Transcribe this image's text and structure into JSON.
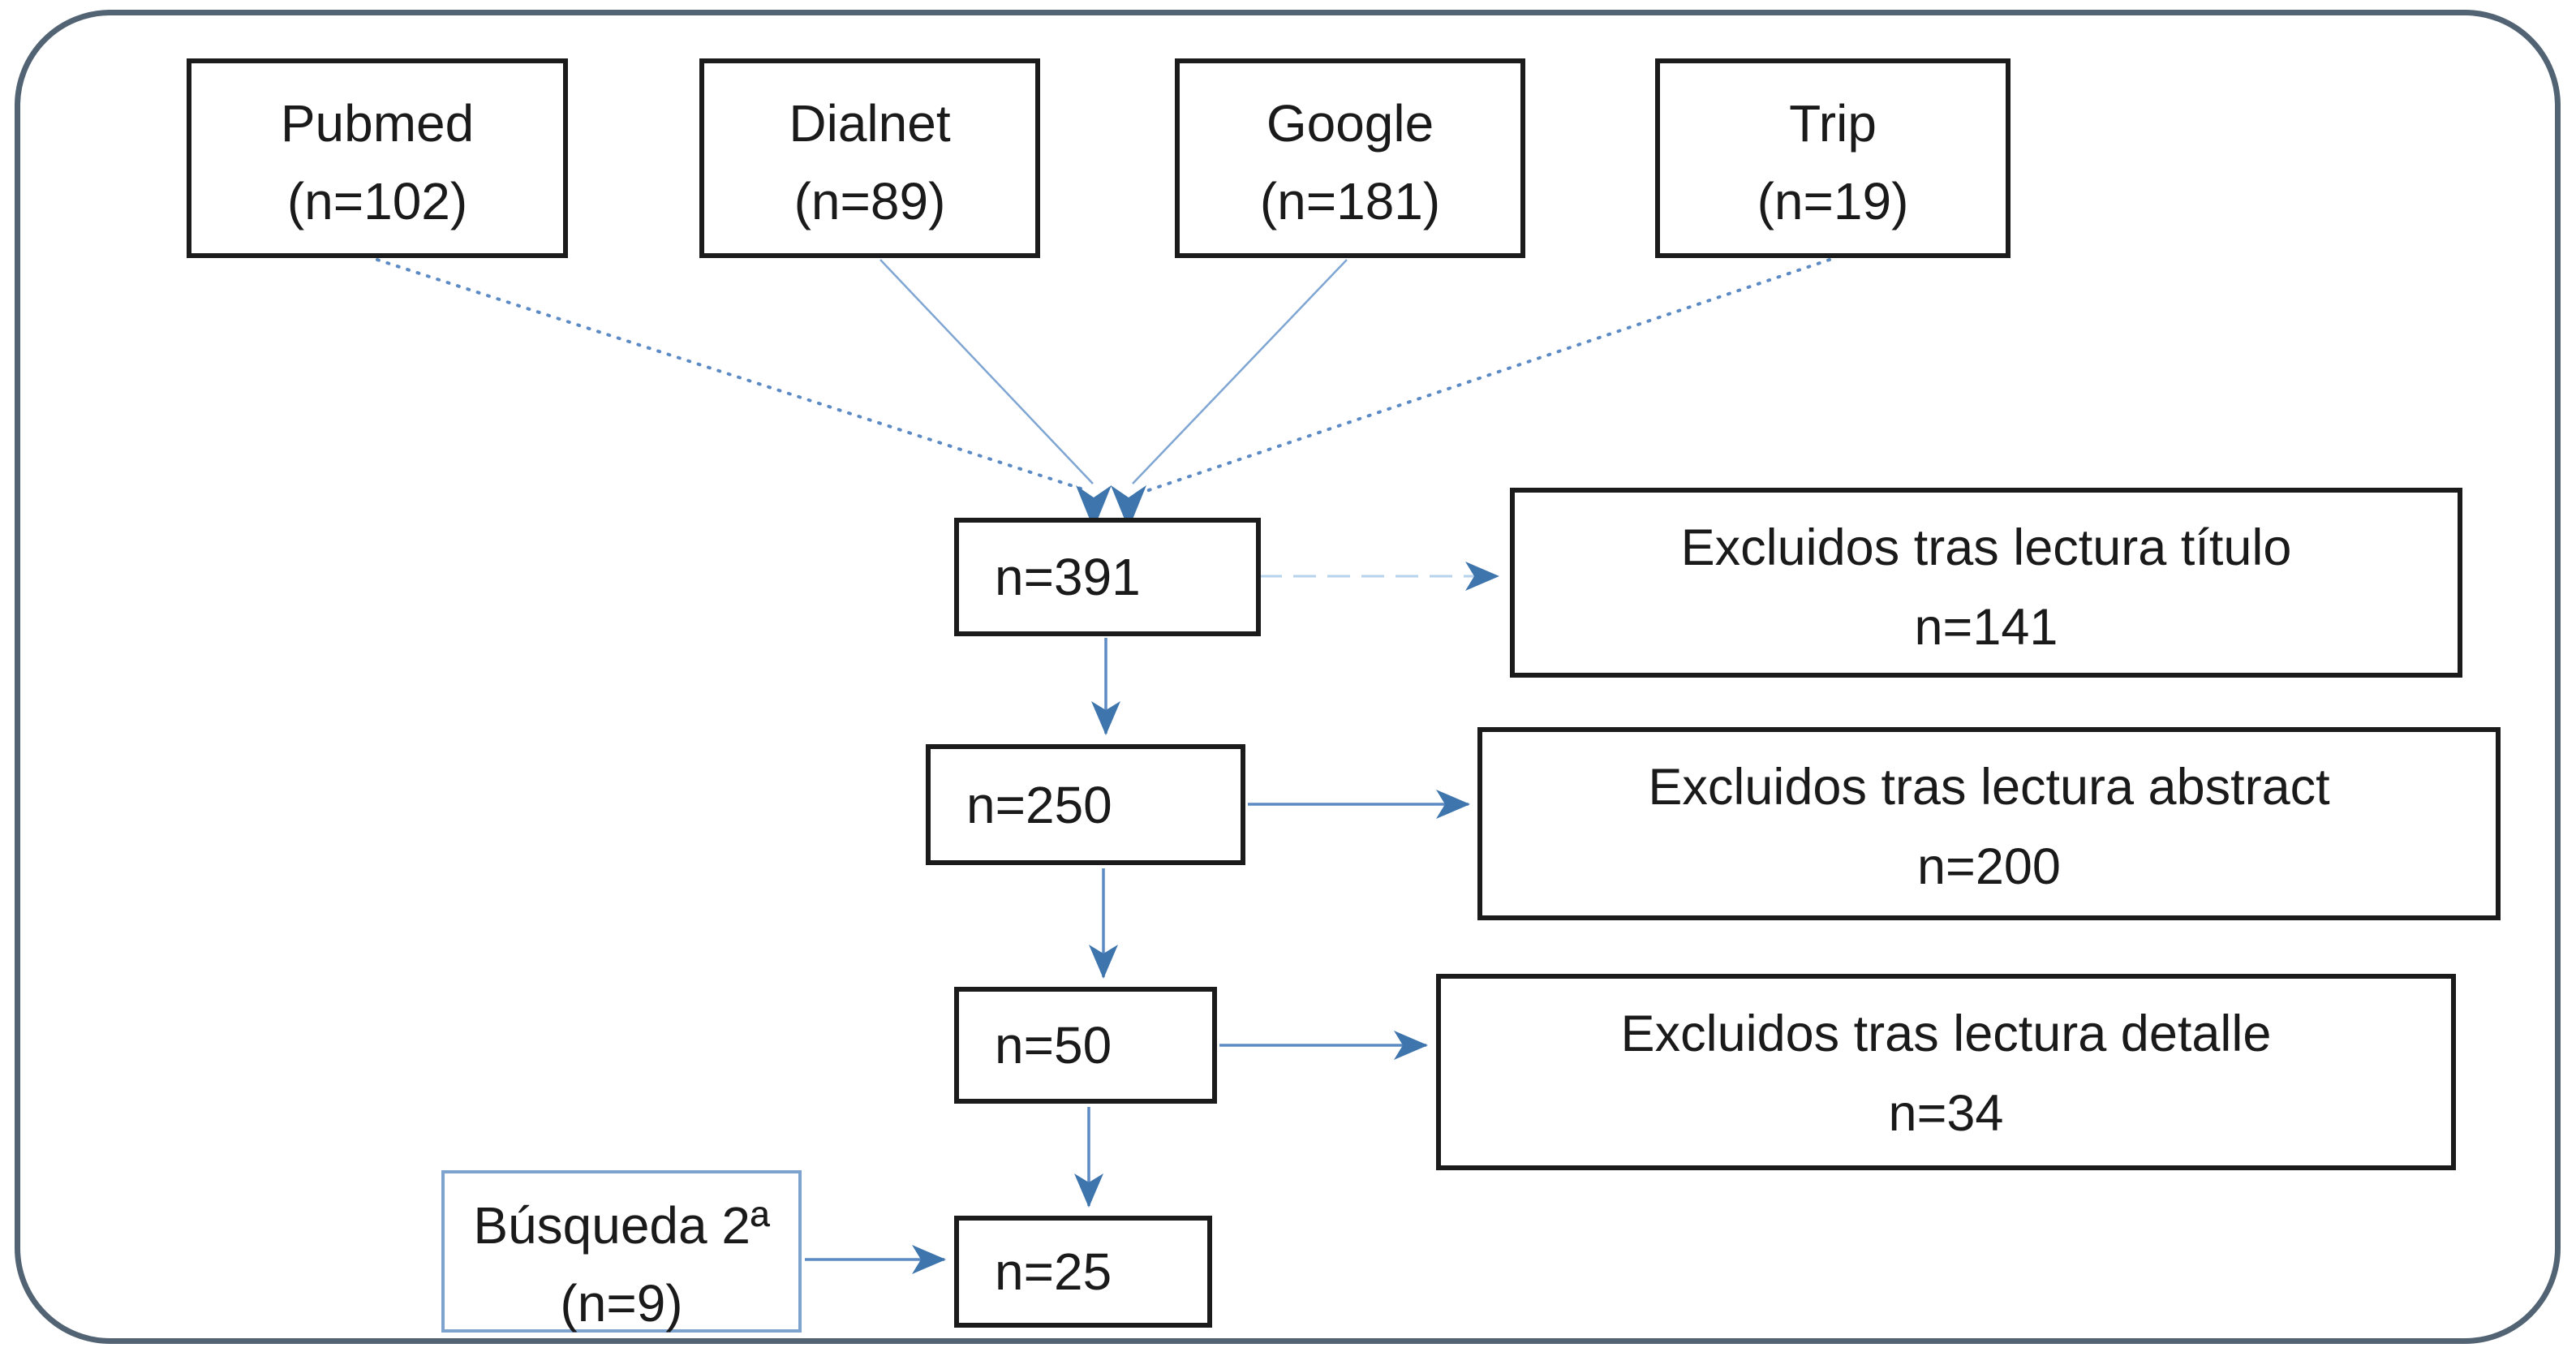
{
  "sources": [
    {
      "name": "Pubmed",
      "count": "(n=102)"
    },
    {
      "name": "Dialnet",
      "count": "(n=89)"
    },
    {
      "name": "Google",
      "count": "(n=181)"
    },
    {
      "name": "Trip",
      "count": "(n=19)"
    }
  ],
  "screening": [
    {
      "label": "n=391"
    },
    {
      "label": "n=250"
    },
    {
      "label": "n=50"
    },
    {
      "label": "n=25"
    }
  ],
  "exclusions": [
    {
      "line1": "Excluidos tras lectura título",
      "line2": "n=141"
    },
    {
      "line1": "Excluidos tras lectura abstract",
      "line2": "n=200"
    },
    {
      "line1": "Excluidos tras lectura detalle",
      "line2": "n=34"
    }
  ],
  "secondary_search": {
    "line1": "Búsqueda 2ª",
    "line2": "(n=9)"
  },
  "colors": {
    "arrow": "#5b8ac4",
    "arrow-thin": "#7fa6d2",
    "arrow-light": "#b7d2ec",
    "arrow-head": "#3e75ad",
    "box-border": "#1b1b1b",
    "secondary-border": "#7da3cf",
    "outer-border": "#526374",
    "text": "#1a1a1a",
    "background": "#ffffff"
  }
}
